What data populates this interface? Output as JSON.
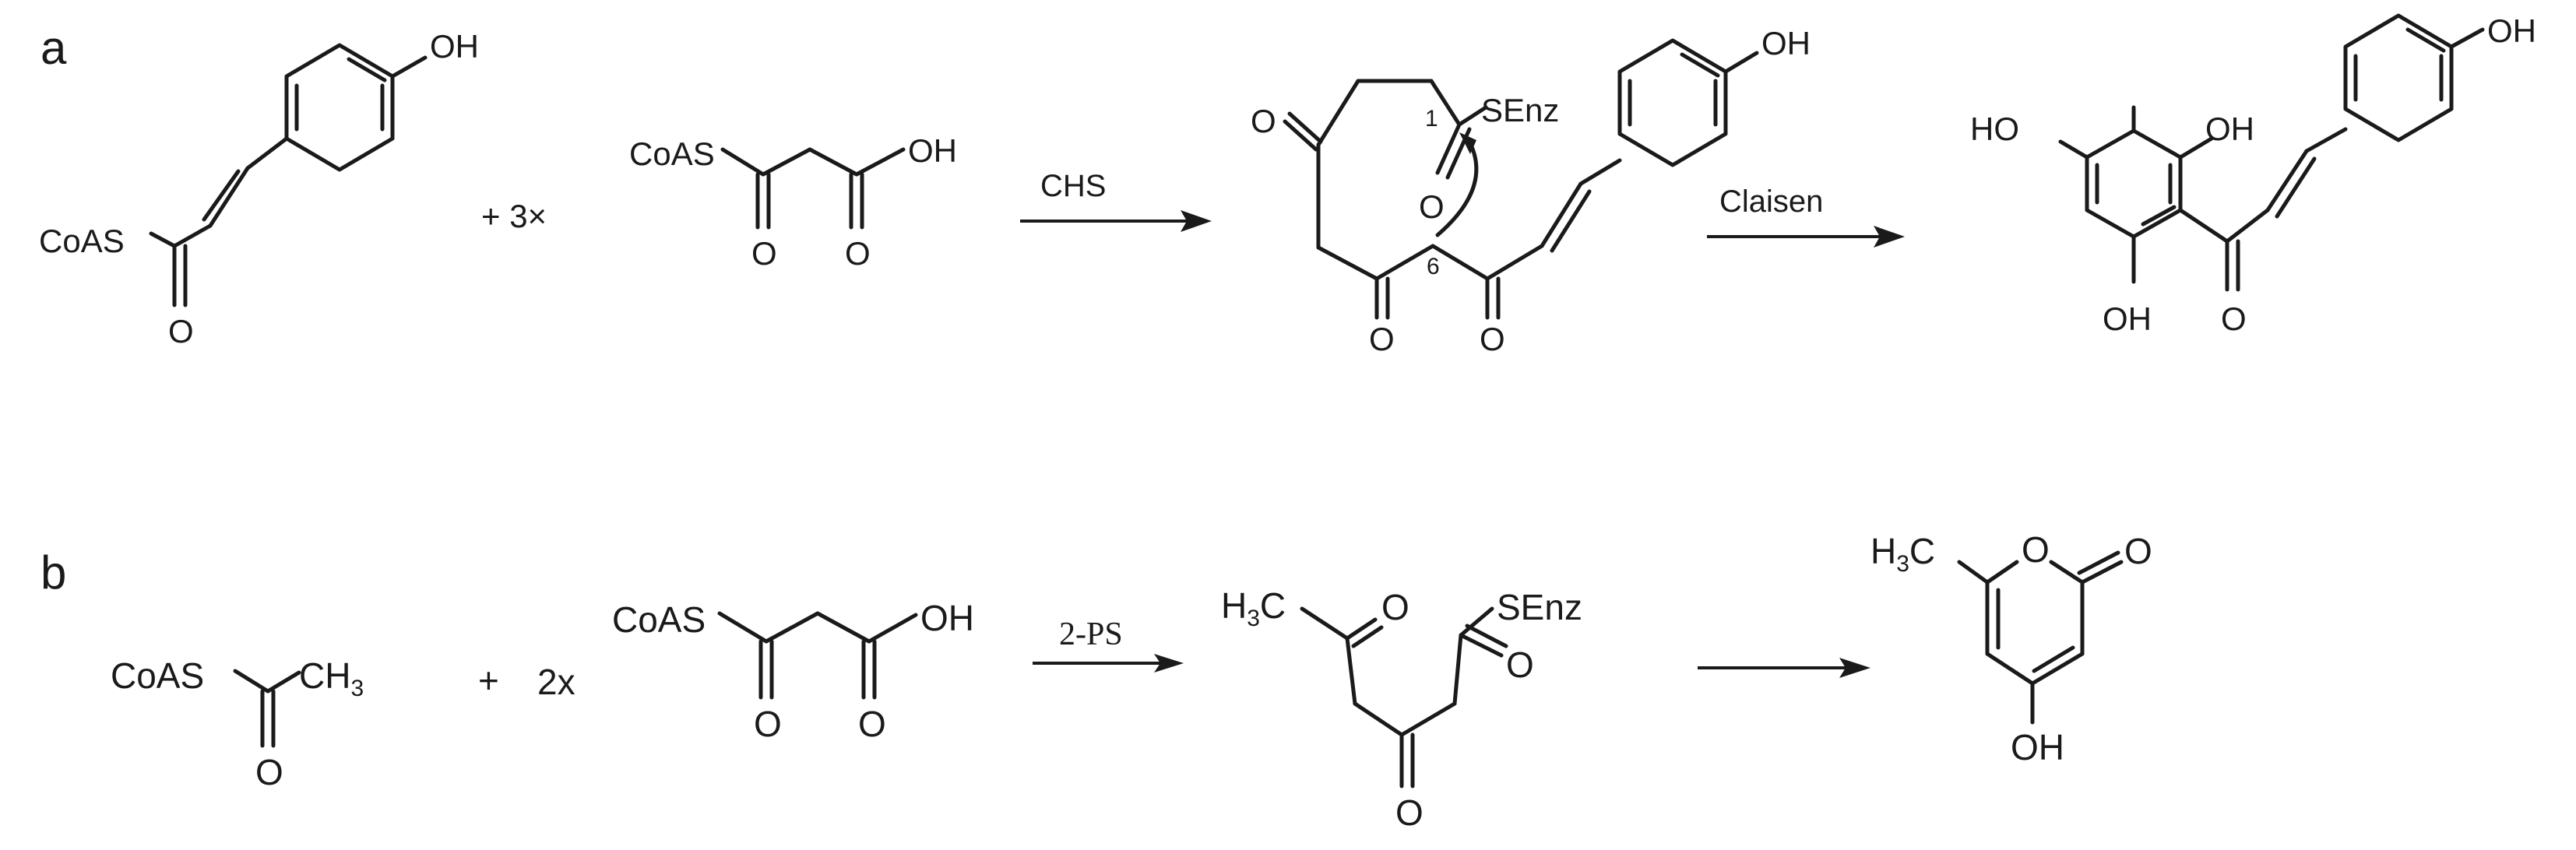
{
  "panel_a": {
    "label": "a",
    "coumaroyl_coa": {
      "coas": "CoAS",
      "oxygen": "O",
      "hydroxyl": "OH"
    },
    "coefficient": "+ 3×",
    "malonyl_coa": {
      "coas": "CoAS",
      "hydroxyl": "OH",
      "oxygen_1": "O",
      "oxygen_2": "O"
    },
    "enzyme": "CHS",
    "intermediate": {
      "thioester": "SEnz",
      "hydroxyl": "OH",
      "carbon_1": "1",
      "carbon_6": "6",
      "oxygen_left": "O",
      "oxygen_c1": "O",
      "oxygen_bottom_1": "O",
      "oxygen_bottom_2": "O"
    },
    "reaction": "Claisen",
    "chalcone": {
      "ho_left": "HO",
      "oh_top": "OH",
      "oh_bottom": "OH",
      "oh_para": "OH",
      "oxygen": "O"
    }
  },
  "panel_b": {
    "label": "b",
    "acetyl_coa": {
      "coas": "CoAS",
      "methyl": "CH",
      "methyl_sub": "3",
      "oxygen": "O"
    },
    "plus": "+",
    "coefficient": "2x",
    "malonyl_coa": {
      "coas": "CoAS",
      "hydroxyl": "OH",
      "oxygen_1": "O",
      "oxygen_2": "O"
    },
    "enzyme": "2-PS",
    "intermediate": {
      "methyl": "H",
      "methyl_sub": "3",
      "methyl_c": "C",
      "thioester": "SEnz",
      "oxygen_1": "O",
      "oxygen_2": "O",
      "oxygen_3": "O"
    },
    "pyrone": {
      "methyl": "H",
      "methyl_sub": "3",
      "methyl_c": "C",
      "ring_oxygen": "O",
      "carbonyl_oxygen": "O",
      "hydroxyl": "OH"
    }
  }
}
